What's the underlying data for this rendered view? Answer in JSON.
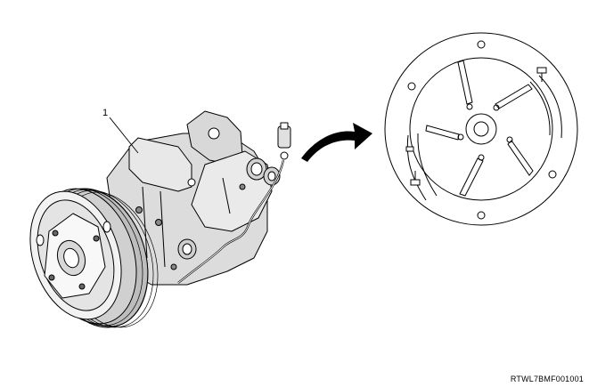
{
  "callouts": [
    {
      "label": "1"
    }
  ],
  "reference_code": "RTWL7BMF001001",
  "icons": {
    "compressor": "ac-compressor-illustration",
    "arrow": "curved-arrow-icon",
    "detail": "clutch-plate-detail-view"
  },
  "colors": {
    "line": "#000000",
    "shade_light": "#e6e6e6",
    "shade_mid": "#c8c8c8",
    "shade_dark": "#9a9a9a",
    "background": "#ffffff"
  }
}
